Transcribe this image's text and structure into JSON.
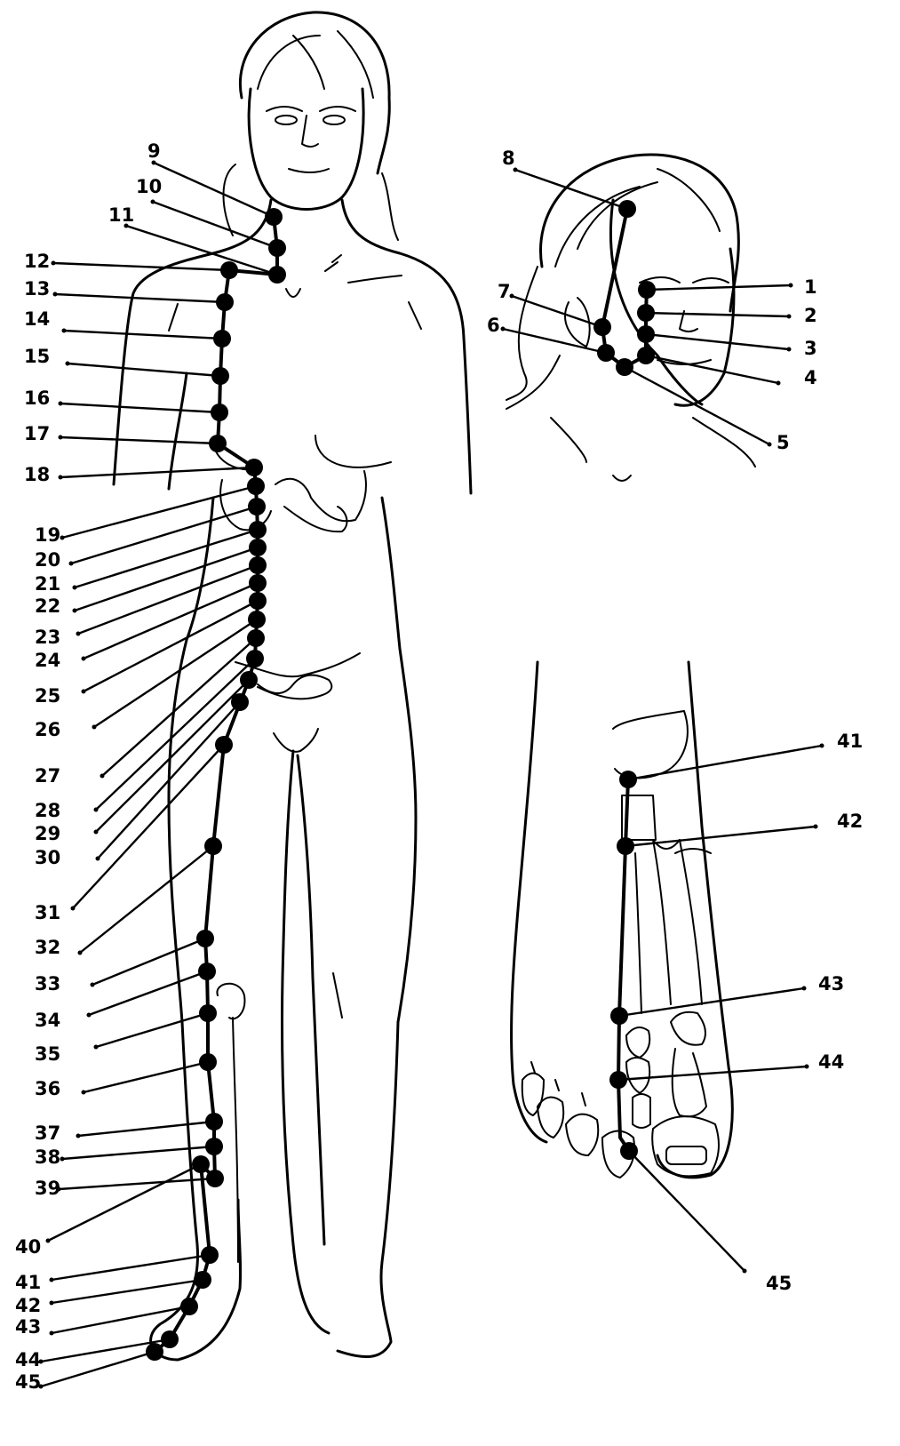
{
  "figure": {
    "panels": [
      "front-body",
      "face-side",
      "foot-top"
    ],
    "point_labels": {
      "front_body": [
        "9",
        "10",
        "11",
        "12",
        "13",
        "14",
        "15",
        "16",
        "17",
        "18",
        "19",
        "20",
        "21",
        "22",
        "23",
        "24",
        "25",
        "26",
        "27",
        "28",
        "29",
        "30",
        "31",
        "32",
        "33",
        "34",
        "35",
        "36",
        "37",
        "38",
        "39",
        "40",
        "41",
        "42",
        "43",
        "44",
        "45"
      ],
      "face": [
        "1",
        "2",
        "3",
        "4",
        "5",
        "6",
        "7",
        "8"
      ],
      "foot": [
        "41",
        "42",
        "43",
        "44",
        "45"
      ]
    }
  }
}
